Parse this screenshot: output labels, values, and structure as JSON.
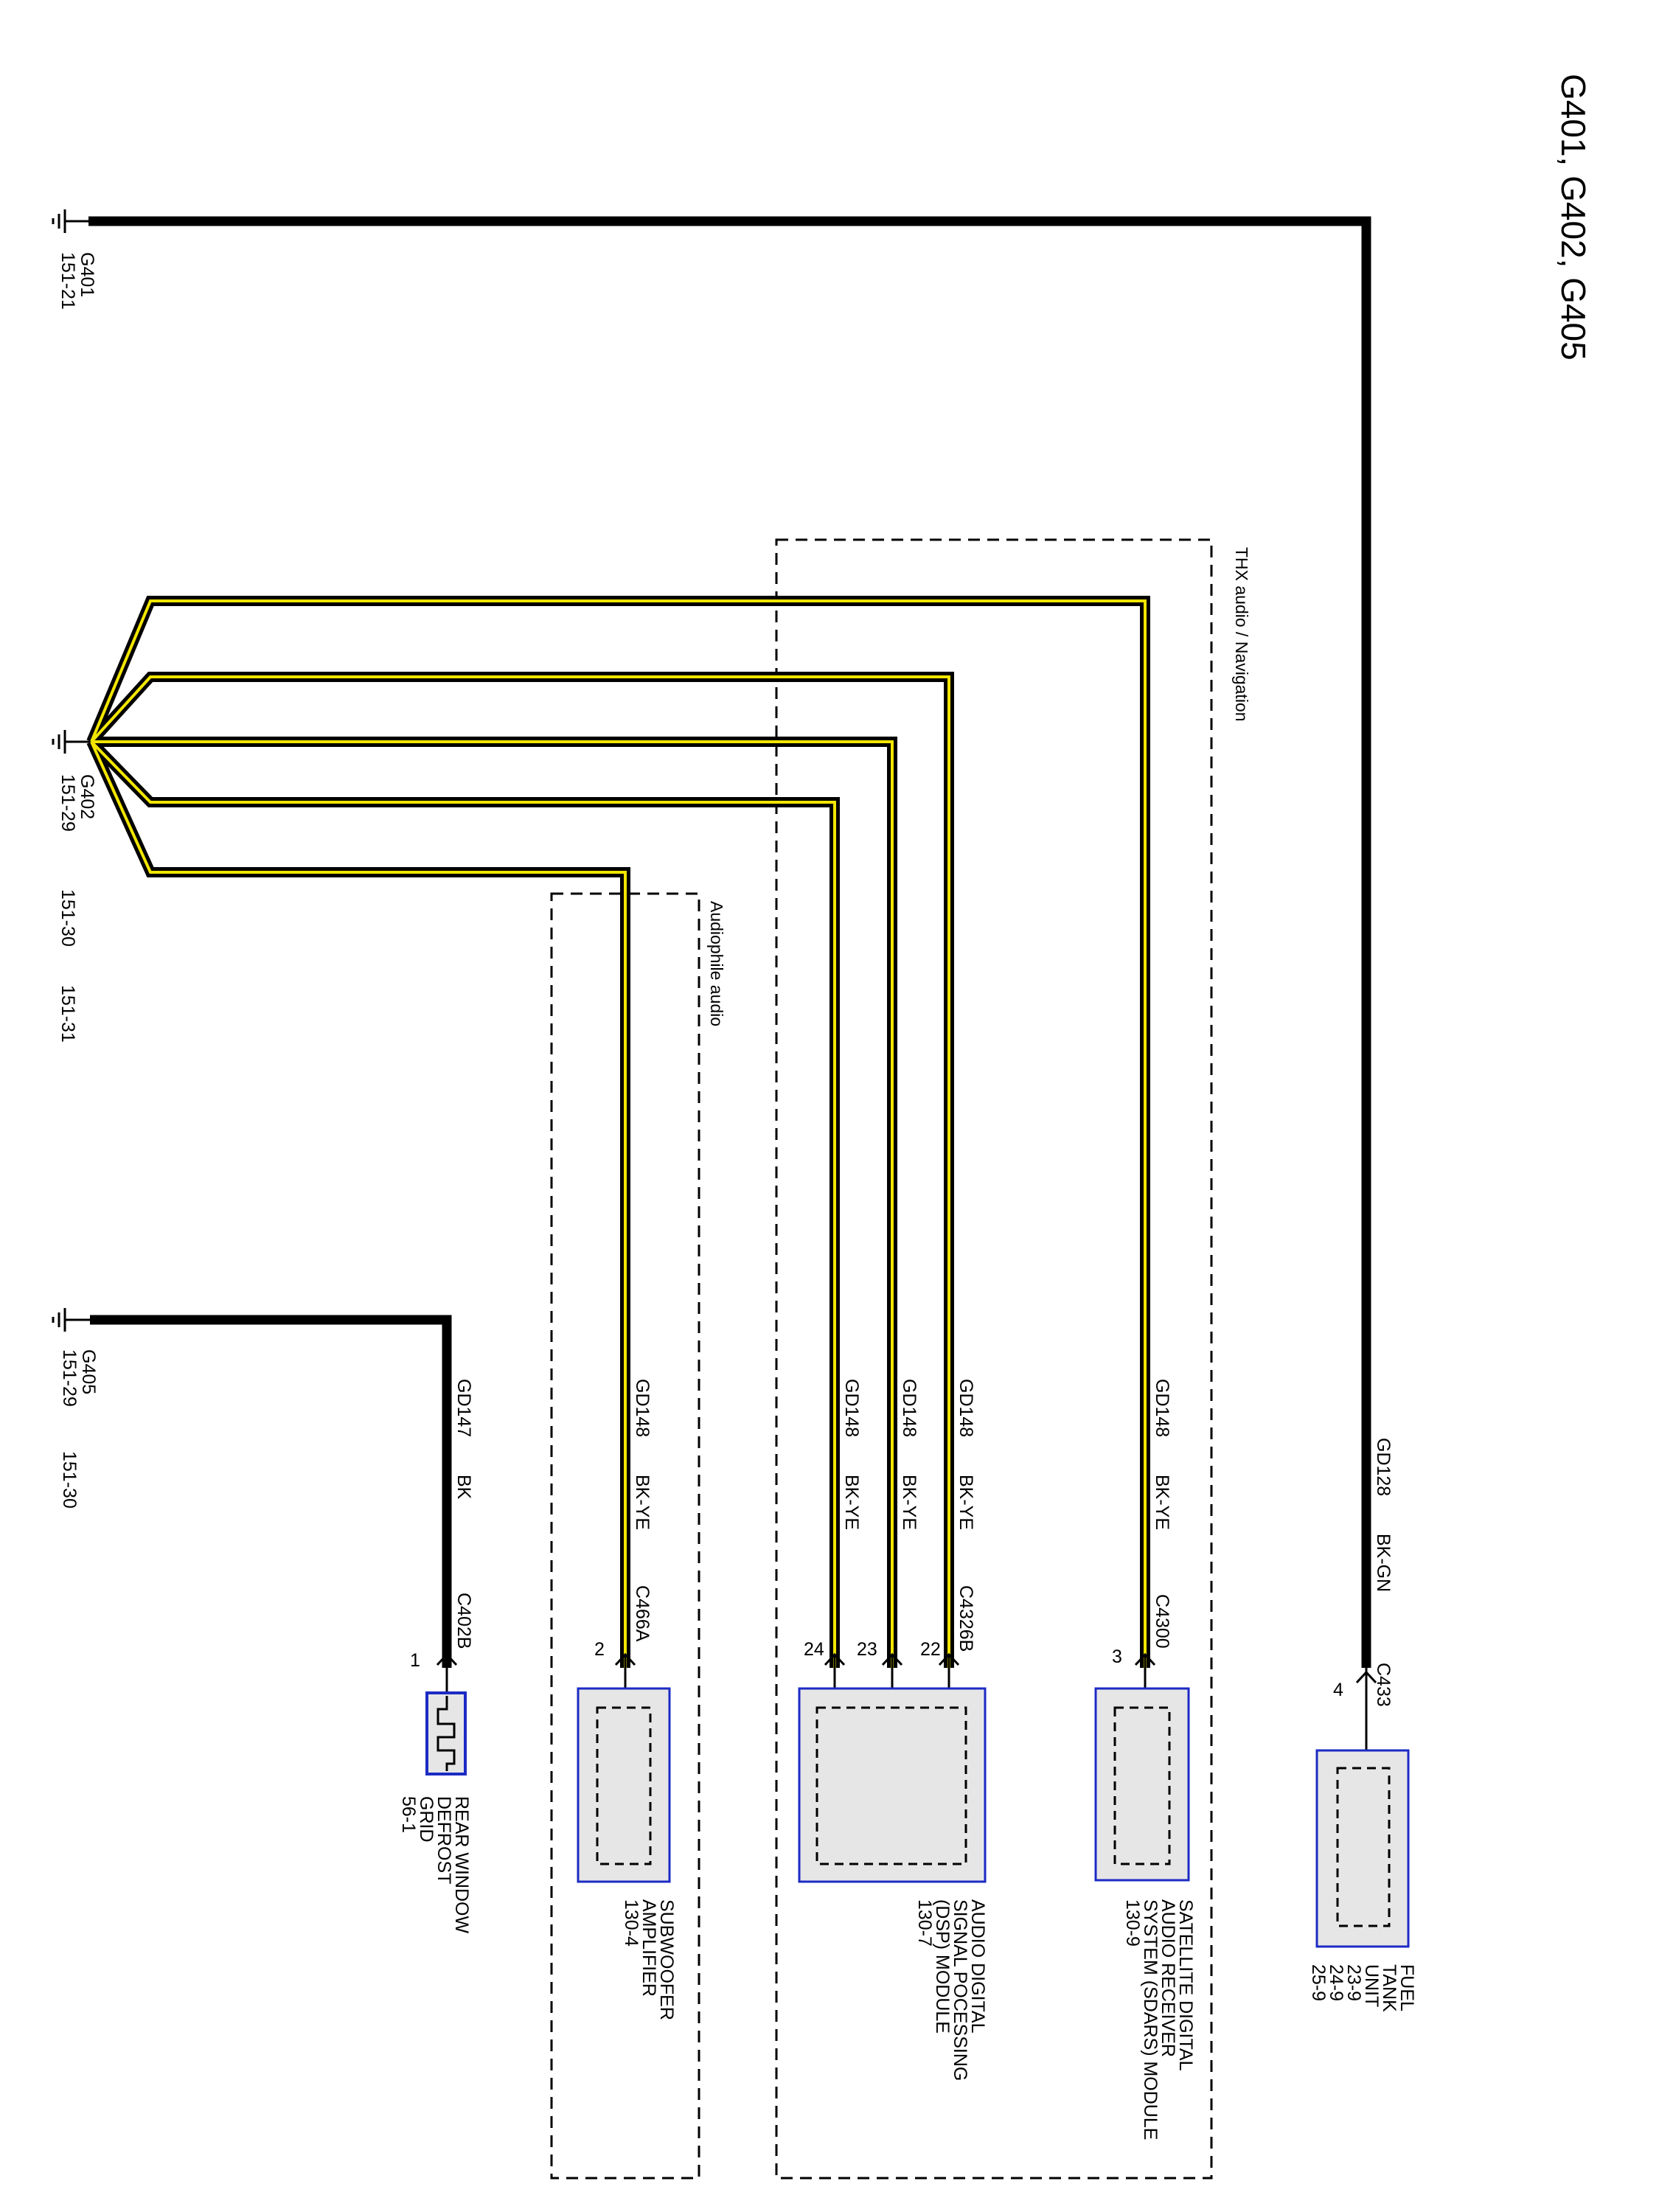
{
  "title": "G401, G402, G405",
  "grounds": {
    "g401": {
      "name": "G401",
      "refs": [
        "151-21"
      ]
    },
    "g402": {
      "name": "G402",
      "refs": [
        "151-29",
        "151-30",
        "151-31"
      ]
    },
    "g405": {
      "name": "G405",
      "refs": [
        "151-29",
        "151-30"
      ]
    }
  },
  "groups": {
    "thx": "THX audio / Navigation",
    "audiophile": "Audiophile audio"
  },
  "wires": {
    "fuel": {
      "circuit": "GD128",
      "color": "BK-GN",
      "connector": "C433",
      "pin": "4"
    },
    "sdars": {
      "circuit": "GD148",
      "color": "BK-YE",
      "connector": "C4300",
      "pin": "3"
    },
    "dsp22": {
      "circuit": "GD148",
      "color": "BK-YE",
      "connector": "C4326B",
      "pin": "22"
    },
    "dsp23": {
      "circuit": "GD148",
      "color": "BK-YE",
      "pin": "23"
    },
    "dsp24": {
      "circuit": "GD148",
      "color": "BK-YE",
      "pin": "24"
    },
    "sub": {
      "circuit": "GD148",
      "color": "BK-YE",
      "connector": "C466A",
      "pin": "2"
    },
    "defrost": {
      "circuit": "GD147",
      "color": "BK",
      "connector": "C402B",
      "pin": "1"
    }
  },
  "components": {
    "fuel": {
      "lines": [
        "FUEL",
        "TANK",
        "UNIT",
        "23-9",
        "24-9",
        "25-9"
      ]
    },
    "sdars": {
      "lines": [
        "SATELLITE DIGITAL",
        "AUDIO RECEIVER",
        "SYSTEM (SDARS) MODULE",
        "130-9"
      ]
    },
    "dsp": {
      "lines": [
        "AUDIO DIGITAL",
        "SIGNAL POCESSING",
        "(DSP) MODULE",
        "130-7"
      ]
    },
    "sub": {
      "lines": [
        "SUBWOOFER",
        "AMPLIFIER",
        "130-4"
      ]
    },
    "defrost": {
      "lines": [
        "REAR WINDOW",
        "DEFROST",
        "GRID",
        "56-1"
      ]
    }
  },
  "colors": {
    "wire_black": "#000000",
    "wire_yellow_stripe": "#f2e600",
    "component_border": "#1c2bc4",
    "component_fill": "#e6e6e6"
  }
}
